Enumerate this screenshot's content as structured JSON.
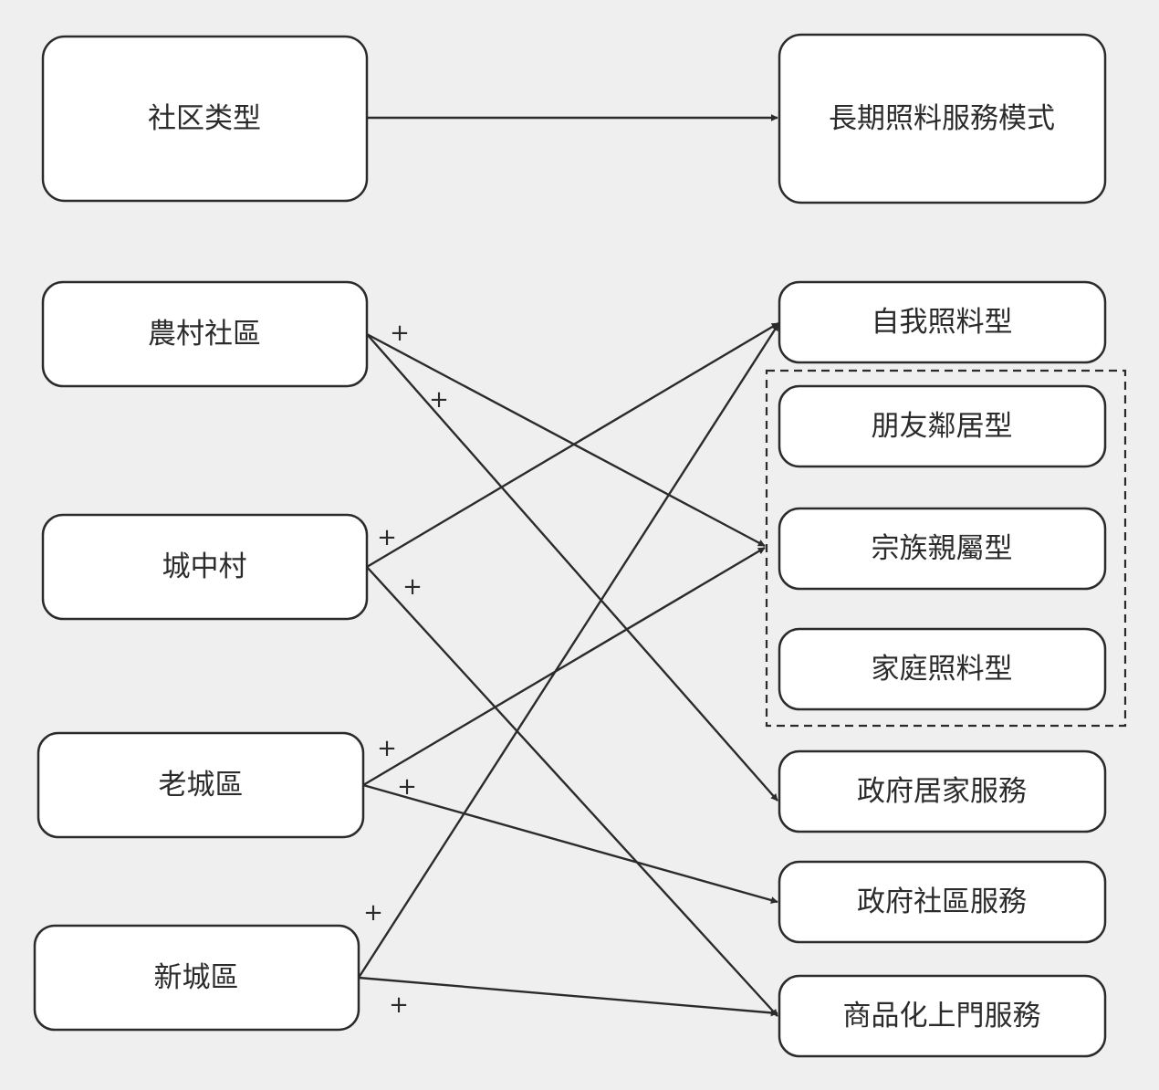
{
  "header": {
    "left_title": "社区类型",
    "right_title": "長期照料服務模式"
  },
  "community_types": [
    {
      "id": "rural",
      "label": "農村社區"
    },
    {
      "id": "urban_village",
      "label": "城中村"
    },
    {
      "id": "old_town",
      "label": "老城區"
    },
    {
      "id": "new_town",
      "label": "新城區"
    }
  ],
  "care_modes": [
    {
      "id": "self_care",
      "label": "自我照料型"
    },
    {
      "id": "friends_neighbors",
      "label": "朋友鄰居型"
    },
    {
      "id": "clan_relatives",
      "label": "宗族親屬型"
    },
    {
      "id": "family_care",
      "label": "家庭照料型"
    },
    {
      "id": "gov_home",
      "label": "政府居家服務"
    },
    {
      "id": "gov_community",
      "label": "政府社區服務"
    },
    {
      "id": "commercial",
      "label": "商品化上門服務"
    }
  ],
  "group": {
    "members": [
      "friends_neighbors",
      "clan_relatives",
      "family_care"
    ]
  },
  "relations": [
    {
      "from": "rural",
      "to": "informal_group",
      "sign": "+"
    },
    {
      "from": "rural",
      "to": "gov_home",
      "sign": "+"
    },
    {
      "from": "urban_village",
      "to": "self_care",
      "sign": "+"
    },
    {
      "from": "urban_village",
      "to": "commercial",
      "sign": "+"
    },
    {
      "from": "old_town",
      "to": "informal_group",
      "sign": "+"
    },
    {
      "from": "old_town",
      "to": "gov_community",
      "sign": "+"
    },
    {
      "from": "new_town",
      "to": "self_care",
      "sign": "+"
    },
    {
      "from": "new_town",
      "to": "commercial",
      "sign": "+"
    }
  ]
}
